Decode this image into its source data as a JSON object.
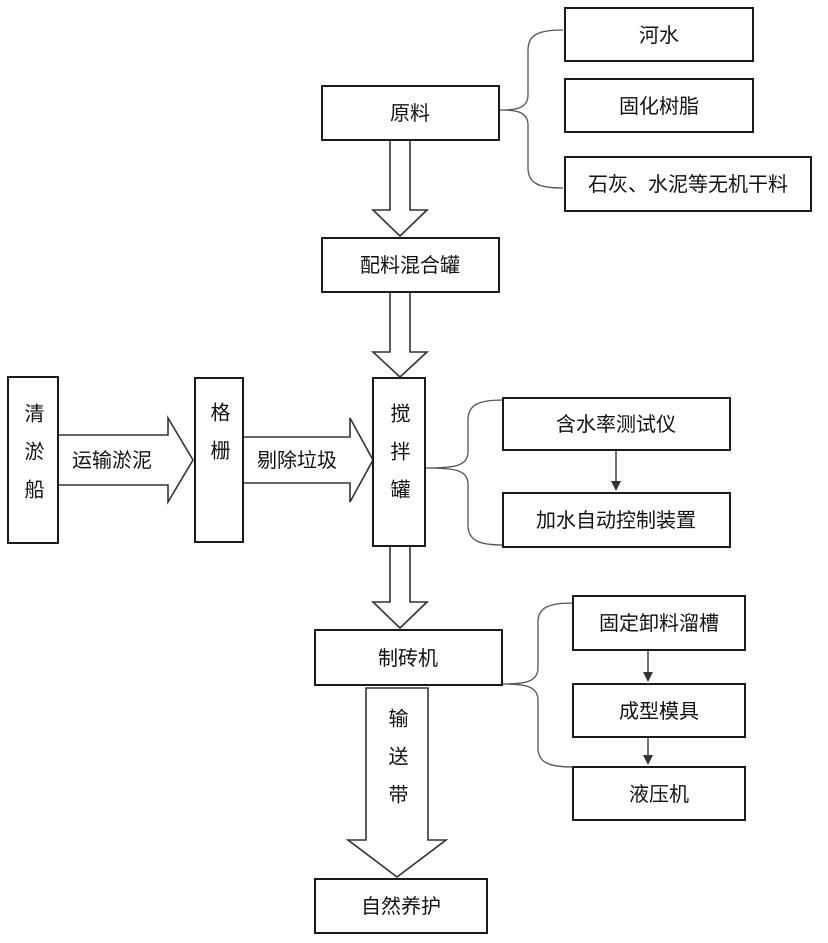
{
  "nodes": {
    "raw_materials": "原料",
    "river_water": "河水",
    "cured_resin": "固化树脂",
    "inorganic_dry": "石灰、水泥等无机干料",
    "batching_tank": "配料混合罐",
    "dredger": "清淤船",
    "grille": "格栅",
    "mixing_tank": "搅拌罐",
    "moisture_tester": "含水率测试仪",
    "water_controller": "加水自动控制装置",
    "brick_machine": "制砖机",
    "discharge_chute": "固定卸料溜槽",
    "mold": "成型模具",
    "hydraulic_press": "液压机",
    "natural_curing": "自然养护"
  },
  "edges": {
    "transport_sludge": "运输淤泥",
    "remove_garbage": "剔除垃圾",
    "conveyor_belt": "输送带"
  }
}
